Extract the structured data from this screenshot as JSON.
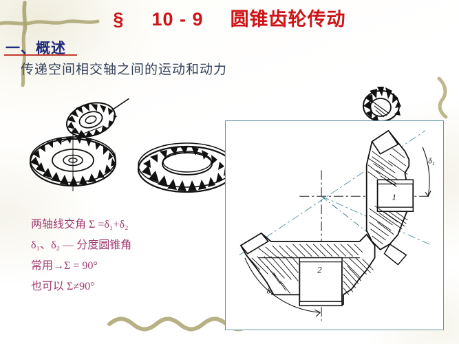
{
  "slide": {
    "title": {
      "section_mark": "§",
      "number": "10 - 9",
      "heading": "圆锥齿轮传动",
      "color": "#cc1417"
    },
    "section_heading": {
      "label": "一、概述",
      "color": "#1f2a7a",
      "underline_color": "#c23b2e"
    },
    "intro_line": {
      "text": "传递空间相交轴之间的运动和动力",
      "color": "#33415c"
    },
    "formulas": {
      "color": "#a03a6e",
      "lines": [
        {
          "id": "shaft-angle",
          "text": "两轴线交角  Σ =δ₁+δ₂"
        },
        {
          "id": "delta-def",
          "text": "δ₁、δ₂ —  分度圆锥角"
        },
        {
          "id": "common-case",
          "text": "常用→Σ = 90°"
        },
        {
          "id": "alt-case",
          "text": "也可以 Σ≠90°"
        }
      ]
    },
    "images": {
      "gear_pair_caption": "bevel-gear-pair-photo",
      "gear_ring_caption": "bevel-ring-gear-photo",
      "gear_top_caption": "small-bevel-gear-photo"
    },
    "diagram": {
      "border_color": "#5f97a6",
      "background": "#ffffff",
      "labels": {
        "delta1": "δ₁",
        "delta2": "δ₂",
        "part1": "1",
        "part2": "2"
      },
      "description": "bevel-gear-pair-cross-section"
    },
    "decorations": {
      "brush_color": "#a8a46e",
      "cross_stroke": "deco-cross-brush",
      "wave_bottom": "deco-wave-brush",
      "hook_right": "deco-hook-brush"
    }
  }
}
